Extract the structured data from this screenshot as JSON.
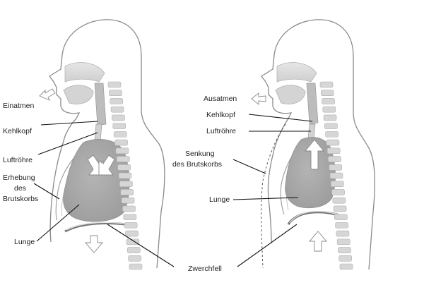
{
  "labels": {
    "einatmen": "Einatmen",
    "kehlkopf_left": "Kehlkopf",
    "luftroehre_left": "Luftröhre",
    "erhebung_line1": "Erhebung",
    "erhebung_line2": "des",
    "erhebung_line3": "Brutskorbs",
    "lunge_left": "Lunge",
    "zwerchfell": "Zwerchfell",
    "ausatmen": "Ausatmen",
    "kehlkopf_right": "Kehlkopf",
    "luftroehre_right": "Luftröhre",
    "senkung_line1": "Senkung",
    "senkung_line2": "des Brutskorbs",
    "lunge_right": "Lunge"
  },
  "colors": {
    "lung": "#a7a7a7",
    "outline": "#8a8a8a",
    "leader_line": "#111111",
    "spine": "#c4c4c4"
  },
  "icons": {
    "inhale_arrows": "arrow-down-outline",
    "exhale_arrows": "arrow-up-outline",
    "breath_in": "arrow-right-outline",
    "breath_out": "arrow-left-outline"
  }
}
